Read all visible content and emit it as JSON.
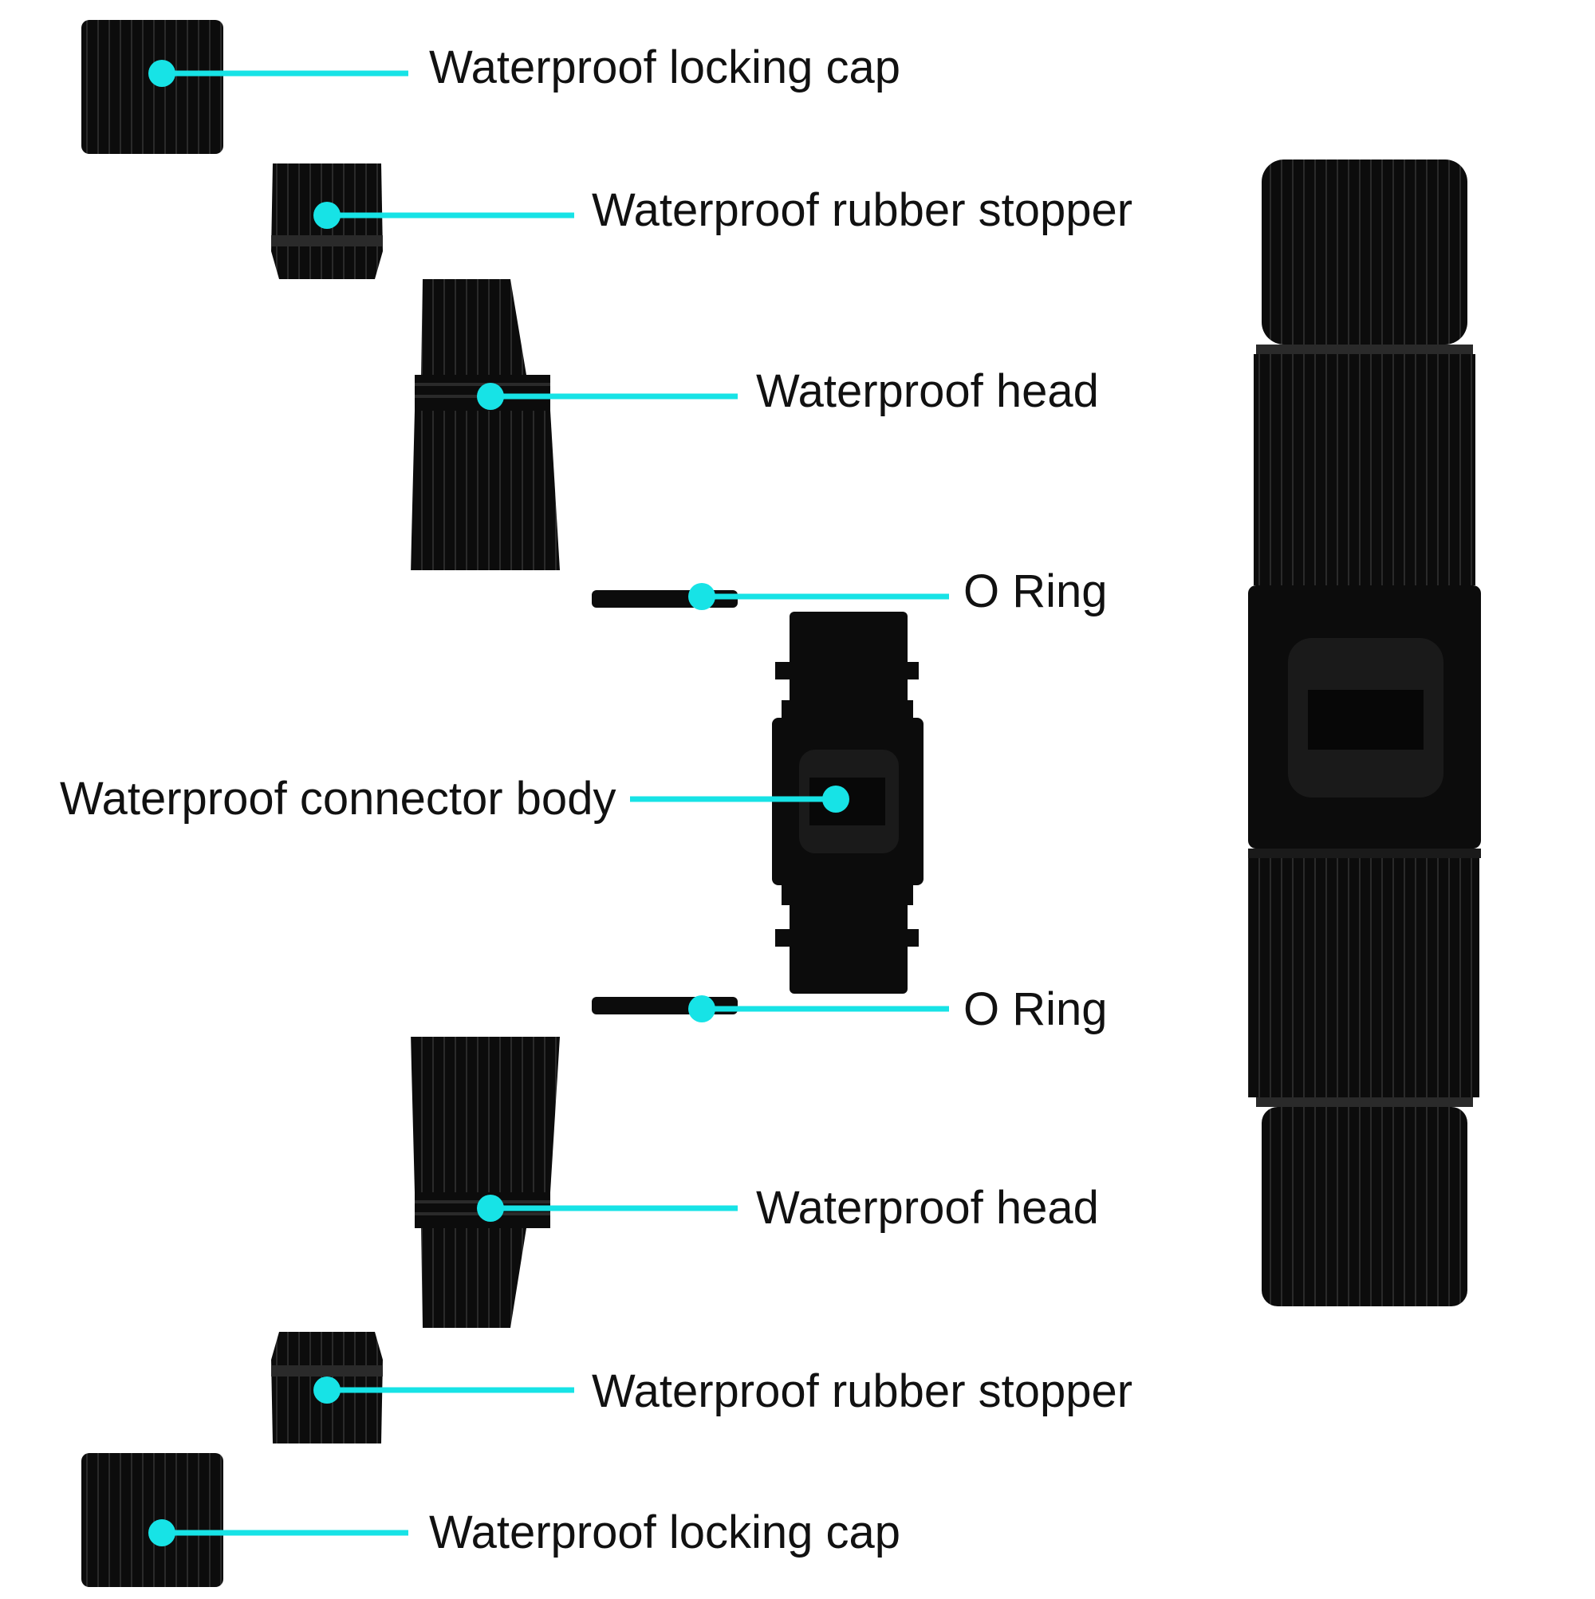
{
  "colors": {
    "callout": "#17e3e6",
    "part": "#0c0c0c",
    "part_shade": "#2a2a2a",
    "background": "#ffffff"
  },
  "labels": {
    "cap_top": "Waterproof locking cap",
    "stopper_top": "Waterproof rubber stopper",
    "head_top": "Waterproof head",
    "oring_top": "O Ring",
    "body": "Waterproof connector body",
    "oring_bottom": "O Ring",
    "head_bottom": "Waterproof head",
    "stopper_bottom": "Waterproof rubber stopper",
    "cap_bottom": "Waterproof locking cap"
  }
}
